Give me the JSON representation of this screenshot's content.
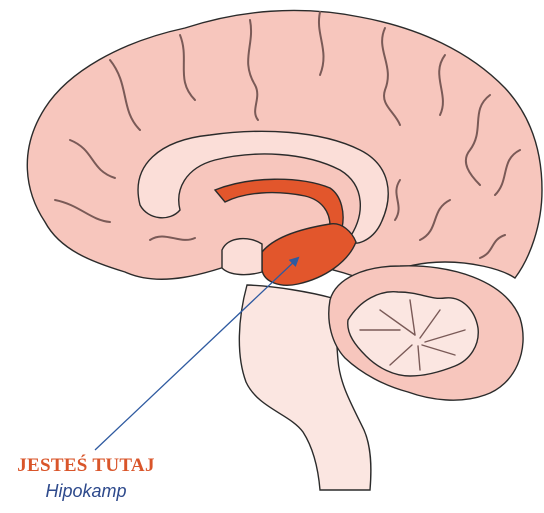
{
  "caption": {
    "title": "JESTEŚ TUTAJ",
    "subtitle": "Hipokamp"
  },
  "colors": {
    "tissue": "#f7c6bd",
    "tissue_light": "#fbded8",
    "stem": "#fbe6e1",
    "outline": "#2b2b2b",
    "groove": "#7a5a57",
    "highlight": "#e2562c",
    "caption_title": "#d9552a",
    "caption_subtitle": "#2e4a8c",
    "pointer": "#2f5aa0"
  },
  "icons": {
    "diagram": "brain-sagittal-section-icon",
    "highlight": "hippocampus-highlight",
    "pointer": "arrow-pointer-icon"
  }
}
